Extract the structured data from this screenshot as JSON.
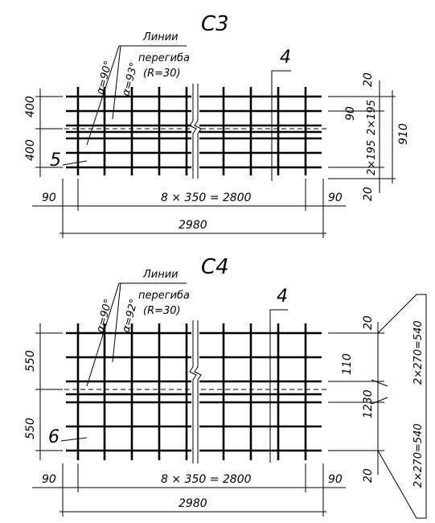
{
  "colors": {
    "ink": "#000000",
    "paper": "#ffffff"
  },
  "drawings": [
    {
      "title": "С3",
      "legend_line1": "Линии",
      "legend_line2": "перегиба",
      "legend_line3": "(R=30)",
      "angle_a": "α=90°",
      "angle_b": "α=93°",
      "mark_top": "4",
      "mark_side": "5",
      "left_top": "400",
      "left_bottom": "400",
      "right_top": "20",
      "right_mid": "90",
      "right_spacing_top": "2×195",
      "right_total": "910",
      "right_spacing_bottom": "2×195",
      "right_bottom": "20",
      "bottom_left": "90",
      "bottom_mid": "8 × 350 = 2800",
      "bottom_right": "90",
      "overall": "2980"
    },
    {
      "title": "С4",
      "legend_line1": "Линии",
      "legend_line2": "перегиба",
      "legend_line3": "(R=30)",
      "angle_a": "α=90°",
      "angle_b": "α=92°",
      "mark_top": "4",
      "mark_side": "6",
      "left_top": "550",
      "left_bottom": "550",
      "right_top": "20",
      "right_spacing_top": "2×270=540",
      "right_mid": "110",
      "right_total": "1230",
      "right_spacing_bottom": "2×270=540",
      "right_bottom": "20",
      "bottom_left": "90",
      "bottom_mid": "8 × 350 = 2800",
      "bottom_right": "90",
      "overall": "2980"
    }
  ]
}
